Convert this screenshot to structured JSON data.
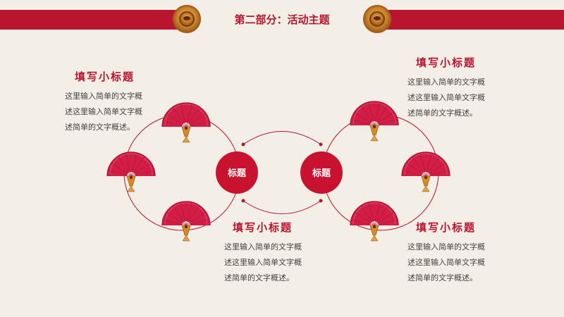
{
  "header": {
    "title": "第二部分：活动主题",
    "left_emblem_icon": "lion-head-emblem-icon",
    "right_emblem_icon": "lion-head-emblem-icon"
  },
  "colors": {
    "primary_red": "#b8152f",
    "fan_red": "#d21e46",
    "background": "#f3efe6",
    "text_gray": "#444444"
  },
  "centers": [
    {
      "label": "标题"
    },
    {
      "label": "标题"
    }
  ],
  "blocks": [
    {
      "title": "填写小标题",
      "lines": [
        "这里输入简单的文字概",
        "述这里输入简单文字概",
        "述简单的文字概述。"
      ]
    },
    {
      "title": "填写小标题",
      "lines": [
        "这里输入简单的文字概",
        "述这里输入简单文字概",
        "述简单的文字概述。"
      ]
    },
    {
      "title": "填写小标题",
      "lines": [
        "这里输入简单的文字概",
        "述这里输入简单文字概",
        "述简单的文字概述。"
      ]
    },
    {
      "title": "填写小标题",
      "lines": [
        "这里输入简单的文字概",
        "述这里输入简单文字概",
        "述简单的文字概述。"
      ]
    }
  ],
  "fan_icon": "folding-fan-icon"
}
